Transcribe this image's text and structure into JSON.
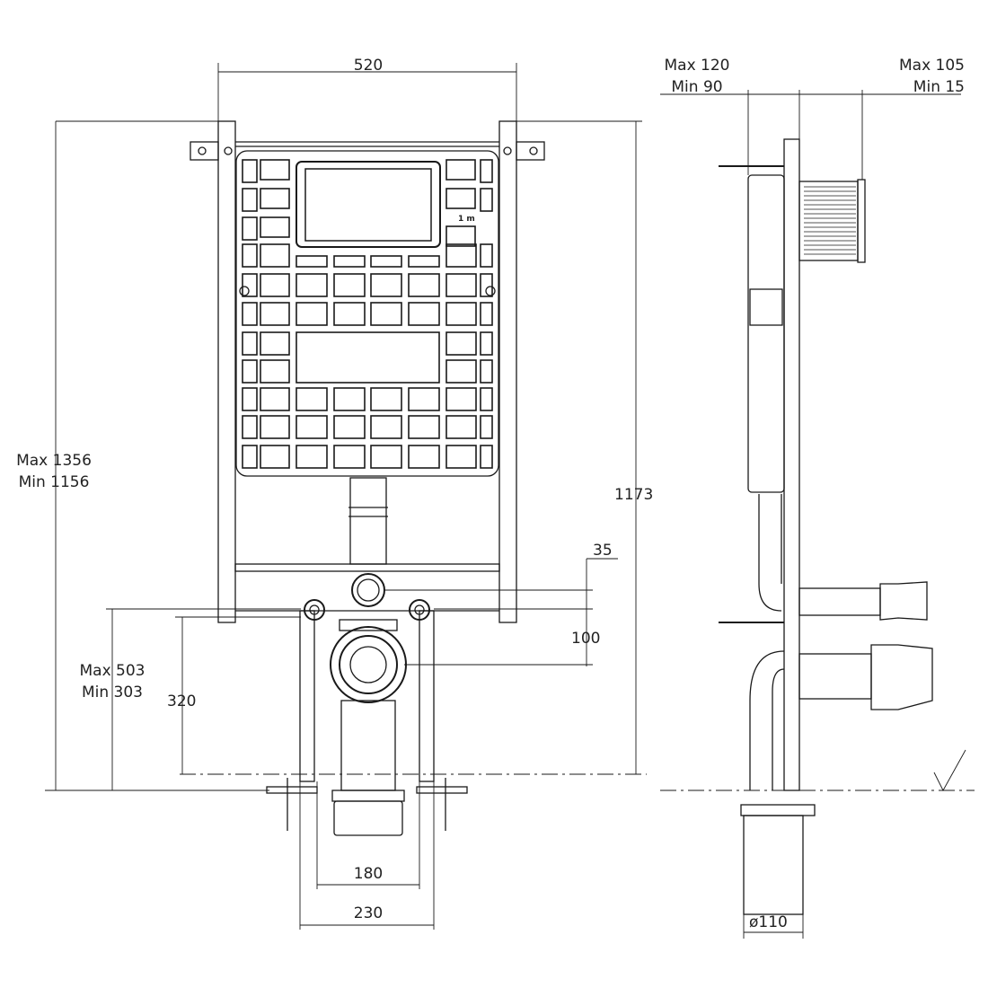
{
  "drawing": {
    "front_view": {
      "width_label": "520",
      "height_max": "Max 1356",
      "height_min": "Min 1156",
      "height_total": "1173",
      "outlet_max": "Max 503",
      "outlet_min": "Min 303",
      "outlet_height": "320",
      "offset_35": "35",
      "offset_100": "100",
      "width_180": "180",
      "width_230": "230",
      "panel_marker": "1 m"
    },
    "side_view": {
      "depth_max_label": "Max 120",
      "depth_min_label": "Min 90",
      "front_max_label": "Max 105",
      "front_min_label": "Min 15",
      "pipe_diameter": "ø110"
    },
    "colors": {
      "line": "#1a1a1a",
      "background": "#ffffff"
    }
  }
}
